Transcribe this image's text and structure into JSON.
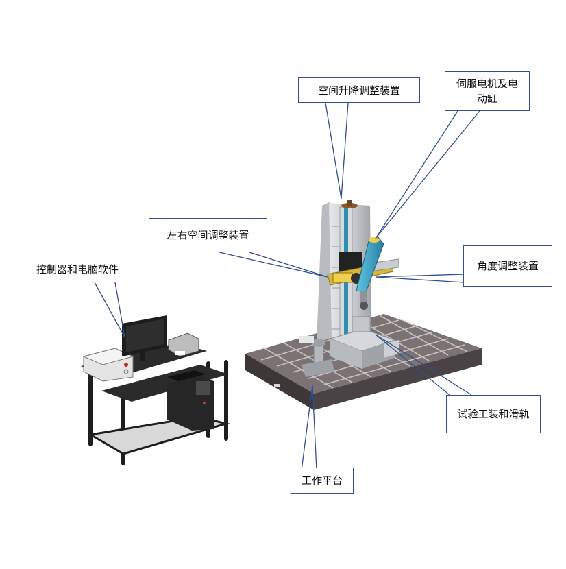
{
  "diagram": {
    "labels": {
      "lift": "空间升降调整装置",
      "servo": "伺服电机及电\n动缸",
      "lateral": "左右空间调整装置",
      "angle": "角度调整装置",
      "controller": "控制器和电脑软件",
      "fixture": "试验工装和滑轨",
      "platform": "工作平台"
    },
    "colors": {
      "callout_border": "#2f4f8f",
      "platform_tile": "#7a7072",
      "column": "#c9ccd0",
      "actuator": "#3aa6c8",
      "arm": "#d6b23a",
      "desk": "#2b2b2b"
    }
  }
}
